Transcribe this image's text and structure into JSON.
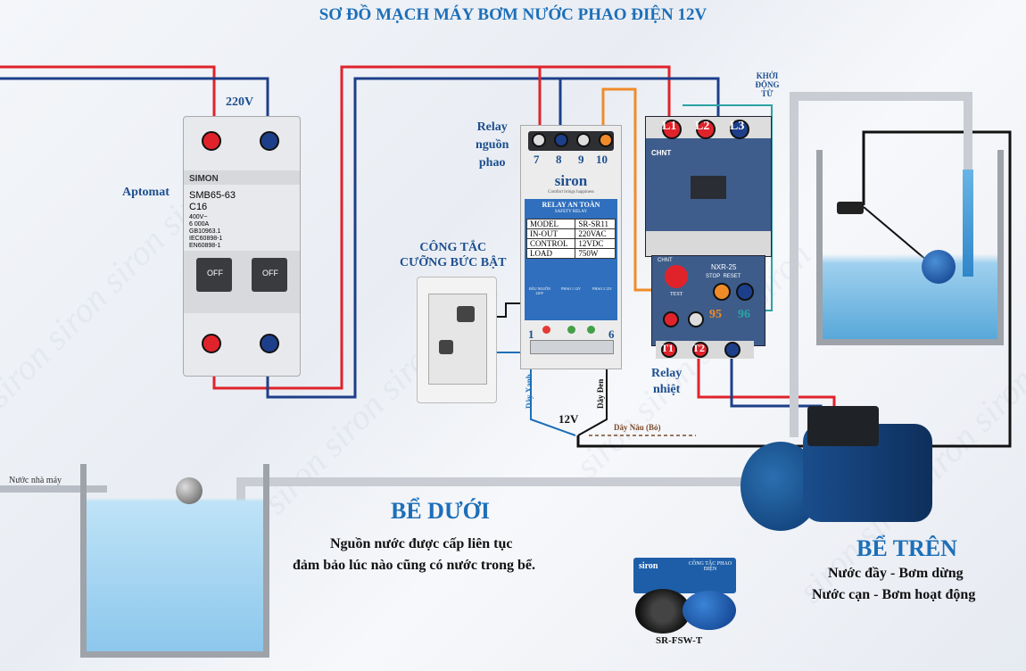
{
  "title": "SƠ ĐỒ MẠCH MÁY BƠM NƯỚC PHAO ĐIỆN 12V",
  "labels": {
    "v220": "220V",
    "aptomat": "Aptomat",
    "relay_nguon_1": "Relay",
    "relay_nguon_2": "nguồn",
    "relay_nguon_3": "phao",
    "cong_tac_1": "CÔNG TẮC",
    "cong_tac_2": "CƯỠNG BỨC BẬT",
    "khoi_dong_tu": "KHỞI ĐỘNG TỪ",
    "relay_nhiet_1": "Relay",
    "relay_nhiet_2": "nhiệt",
    "v12": "12V",
    "day_xanh": "Dây Xanh",
    "day_den": "Dây Đen",
    "day_nau": "Dây Nâu (Bỏ)",
    "nuoc_nha_may": "Nước nhà máy",
    "product_code": "SR-FSW-T"
  },
  "terminals": {
    "t7": "7",
    "t8": "8",
    "t9": "9",
    "t10": "10",
    "t1": "1",
    "t6": "6",
    "L1": "L1",
    "L2": "L2",
    "L3": "L3",
    "T1": "T1",
    "T2": "T2",
    "n95": "95",
    "n96": "96"
  },
  "breaker": {
    "brand": "SIMON",
    "model": "SMB65-63",
    "rating": "C16",
    "specs": [
      "400V~",
      "6 000A",
      "GB10963.1",
      "IEC60898-1",
      "EN60898-1"
    ],
    "off1": "OFF",
    "off2": "OFF"
  },
  "relay": {
    "brand": "siron",
    "tagline": "Comfort brings happiness",
    "name": "RELAY AN TOÀN",
    "sub": "SAFETY RELAY",
    "rows": [
      {
        "k": "MODEL",
        "v": "SR-SR11"
      },
      {
        "k": "IN-OUT",
        "v": "220VAC"
      },
      {
        "k": "CONTROL",
        "v": "12VDC"
      },
      {
        "k": "LOAD",
        "v": "750W"
      }
    ],
    "inputs": [
      "ĐẦU NGUỒN 220V",
      "PHAO 1 12V",
      "PHAO 2 12V"
    ]
  },
  "contactor": {
    "brand": "CHNT",
    "model": "NXR-25",
    "stop_reset": "STOP  RESET",
    "test": "TEST"
  },
  "lower_tank": {
    "title": "BỂ DƯỚI",
    "line1": "Nguồn nước được cấp liên tục",
    "line2": "đảm bảo lúc nào cũng có nước trong bể."
  },
  "upper_tank": {
    "title": "BỂ TRÊN",
    "line1": "Nước đầy - Bơm dừng",
    "line2": "Nước cạn - Bơm hoạt động"
  },
  "product_box": {
    "brand": "siron",
    "text": "CÔNG TẮC PHAO ĐIỆN"
  },
  "watermark": "siron siron siron siron"
}
